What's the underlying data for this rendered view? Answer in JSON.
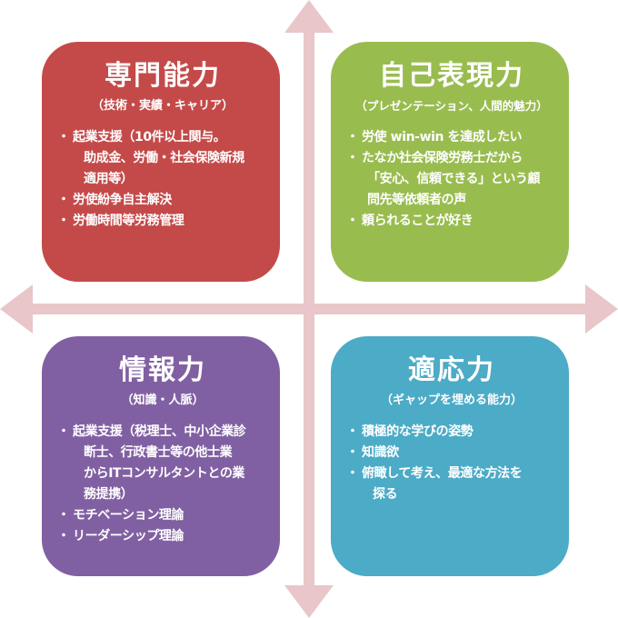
{
  "colors": {
    "axis": "#e9c6c9",
    "expertise": "#c44a49",
    "expression": "#99bc4f",
    "information": "#8060a2",
    "adaptability": "#4cabc6"
  },
  "quadrants": {
    "top_left": {
      "title": "専門能力",
      "subtitle": "（技術・実績・キャリア）",
      "items": [
        [
          "起業支援（10件以上関与。",
          "助成金、労働・社会保険新規",
          "適用等）"
        ],
        [
          "労使紛争自主解決"
        ],
        [
          "労働時間等労務管理"
        ]
      ]
    },
    "top_right": {
      "title": "自己表現力",
      "subtitle": "（プレゼンテーション、人間的魅力）",
      "items": [
        [
          "労使 win-win を達成したい"
        ],
        [
          "たなか社会保険労務士だから",
          "「安心、信頼できる」という顧",
          "問先等依頼者の声"
        ],
        [
          "頼られることが好き"
        ]
      ]
    },
    "bottom_left": {
      "title": "情報力",
      "subtitle": "（知識・人脈）",
      "items": [
        [
          "起業支援（税理士、中小企業診",
          "断士、行政書士等の他士業",
          "からITコンサルタントとの業",
          "務提携）"
        ],
        [
          "モチベーション理論"
        ],
        [
          "リーダーシップ理論"
        ]
      ]
    },
    "bottom_right": {
      "title": "適応力",
      "subtitle": "（ギャップを埋める能力）",
      "items": [
        [
          "積極的な学びの姿勢"
        ],
        [
          "知識欲"
        ],
        [
          "俯瞰して考え、最適な方法を",
          "探る"
        ]
      ]
    }
  }
}
